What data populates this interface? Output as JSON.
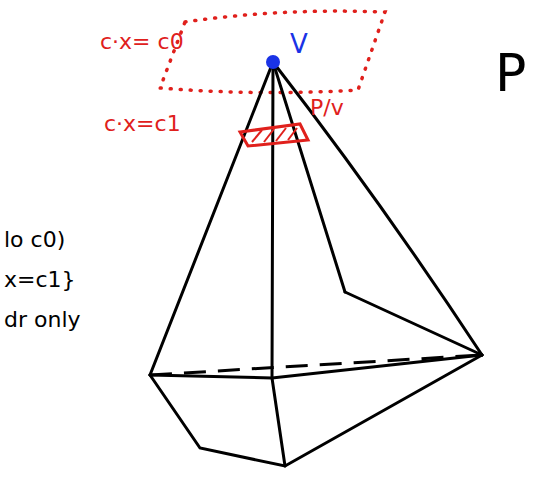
{
  "diagram": {
    "labels": [
      "c·x= c0",
      "V",
      "c·x=c1",
      "P/v",
      "P",
      "lo c0)",
      "x=c1}",
      "dr only"
    ]
  }
}
